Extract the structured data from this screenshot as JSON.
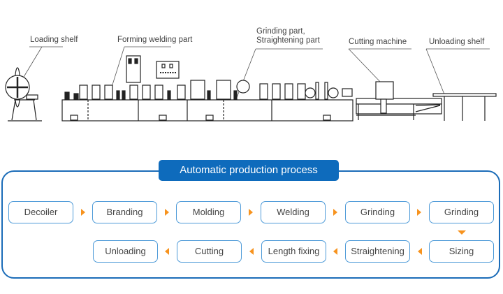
{
  "diagram": {
    "labels": {
      "loading_shelf": "Loading shelf",
      "forming_welding": "Forming welding part",
      "grinding_line1": "Grinding part,",
      "grinding_line2": "Straightening part",
      "cutting_machine": "Cutting machine",
      "unloading_shelf": "Unloading shelf"
    },
    "process": {
      "title": "Automatic production process",
      "row1": [
        "Decoiler",
        "Branding",
        "Molding",
        "Welding",
        "Grinding",
        "Grinding"
      ],
      "row2": [
        "Unloading",
        "Cutting",
        "Length fixing",
        "Straightening",
        "Sizing"
      ],
      "colors": {
        "frame": "#1b6cb8",
        "pill": "#0e6bbc",
        "box_border": "#4d9ad8",
        "arrow": "#f7931e"
      }
    }
  }
}
